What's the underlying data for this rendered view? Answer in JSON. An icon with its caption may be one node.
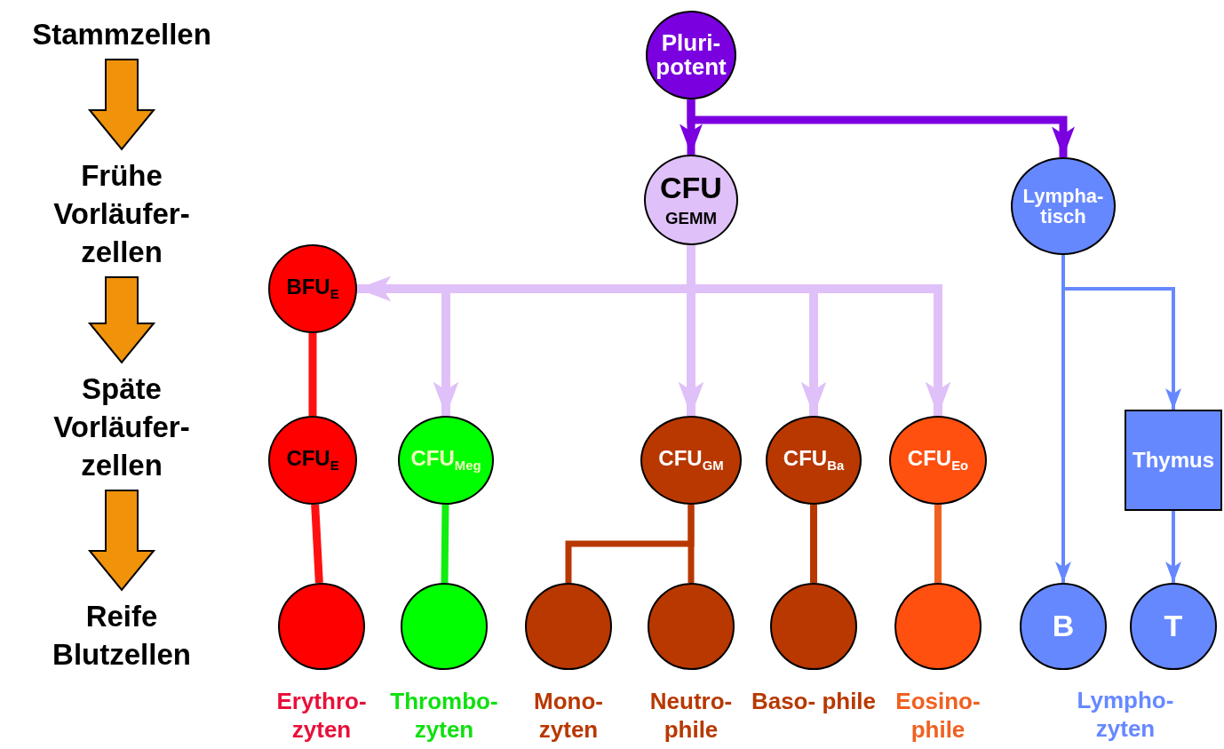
{
  "diagram": {
    "nodes": [
      {
        "text": [
          "Stammzellen"
        ]
      },
      {
        "text": [
          "Frühe Vorläufer- zellen"
        ]
      },
      {
        "text": [
          "Späte Vorläufer- zellen"
        ]
      },
      {
        "text": [
          "Reife Blutzellen"
        ]
      },
      {
        "text": [
          "Pluri- potent"
        ]
      },
      {
        "text": [
          "CFU$_{GEMM}$"
        ]
      },
      {
        "text": [
          "Lympha- tisch"
        ]
      },
      {
        "text": [
          "BFU$_{E}$"
        ]
      },
      {
        "text": [
          "CFU$_{E}$"
        ]
      },
      {
        "text": [
          "CFU$_{Meg}$"
        ]
      },
      {
        "text": [
          "CFU$_{GM}$"
        ]
      },
      {
        "text": [
          "CFU$_{Ba}$"
        ]
      },
      {
        "text": [
          "CFU$_{Eo}$"
        ]
      },
      {
        "text": [
          "Thymus"
        ]
      },
      {
        "text": [],
        "shape": "circle",
        "beside": [
          "Erythro- zyten"
        ]
      },
      {
        "text": [],
        "shape": "circle",
        "beside": [
          "Thrombo- zyten"
        ]
      },
      {
        "text": [],
        "shape": "circle",
        "beside": [
          "Mono- zyten"
        ]
      },
      {
        "text": [],
        "shape": "circle",
        "beside": [
          "Neutro- phile"
        ]
      },
      {
        "text": [],
        "shape": "circle",
        "beside": [
          "Baso- phile"
        ]
      },
      {
        "text": [],
        "shape": "circle",
        "beside": [
          "Eosino- phile"
        ]
      },
      {
        "text": [
          "B"
        ]
      },
      {
        "text": [
          "T"
        ]
      }
    ],
    "edges": [
      {
        "from": 0,
        "to": 1,
        "arrow": "to",
        "style": "thick",
        "color": "#f0920a"
      },
      {
        "from": 1,
        "to": 2,
        "arrow": "to",
        "style": "thick",
        "color": "#f0920a"
      },
      {
        "from": 2,
        "to": 3,
        "arrow": "to",
        "style": "thick",
        "color": "#f0920a"
      },
      {
        "from": 4,
        "to": 5,
        "arrow": "to",
        "color": "#7a00e0"
      },
      {
        "from": 4,
        "to": 6,
        "arrow": "to",
        "color": "#7a00e0"
      },
      {
        "from": 5,
        "to": 7,
        "arrow": "to"
      },
      {
        "from": 5,
        "to": 9,
        "arrow": "to"
      },
      {
        "from": 5,
        "to": 10,
        "arrow": "to"
      },
      {
        "from": 5,
        "to": 11,
        "arrow": "to"
      },
      {
        "from": 5,
        "to": 12,
        "arrow": "to"
      },
      {
        "from": 7,
        "to": 8,
        "arrow": "none",
        "color": "#ff1010"
      },
      {
        "from": 8,
        "to": 14,
        "arrow": "none",
        "color": "#ff1010"
      },
      {
        "from": 9,
        "to": 15,
        "arrow": "none",
        "color": "#10ee10"
      },
      {
        "from": 10,
        "to": 16,
        "arrow": "none",
        "color": "#b83800"
      },
      {
        "from": 10,
        "to": 17,
        "arrow": "none",
        "color": "#b83800"
      },
      {
        "from": 11,
        "to": 18,
        "arrow": "none",
        "color": "#b83800"
      },
      {
        "from": 12,
        "to": 19,
        "arrow": "none",
        "color": "#f06020"
      },
      {
        "from": 6,
        "to": 20,
        "arrow": "to",
        "color": "#6688ff"
      },
      {
        "from": 6,
        "to": 13,
        "arrow": "to",
        "color": "#6688ff"
      },
      {
        "from": 13,
        "to": 21,
        "arrow": "to",
        "color": "#6688ff"
      }
    ],
    "labels": [
      "Lympho- zyten"
    ]
  }
}
